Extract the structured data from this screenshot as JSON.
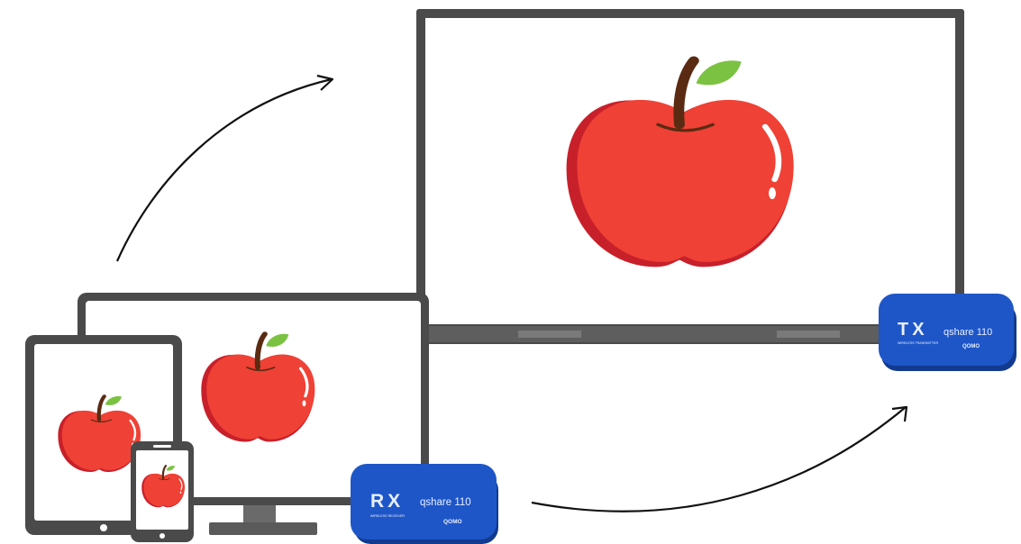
{
  "colors": {
    "bezel": "#4a4a4a",
    "bezel_bottom": "#5e5e5e",
    "screen": "#ffffff",
    "apple_red": "#ef4135",
    "apple_shadow": "#c8202b",
    "stem": "#5a2b12",
    "leaf": "#7cc242",
    "dongle_blue": "#1e56c8",
    "dongle_dark": "#123a8f",
    "dongle_text": "#e8efff",
    "arrow": "#111111"
  },
  "icons": {
    "apple": "apple-icon",
    "arrow": "curved-arrow-icon"
  },
  "tx_dongle": {
    "badge": "TX",
    "sublabel": "WIRELESS TRANSMITTER",
    "product": "qshare 110",
    "brand": "QOMO"
  },
  "rx_dongle": {
    "badge": "RX",
    "sublabel": "WIRELESS RECEIVER",
    "product": "qshare 110",
    "brand": "QOMO"
  }
}
